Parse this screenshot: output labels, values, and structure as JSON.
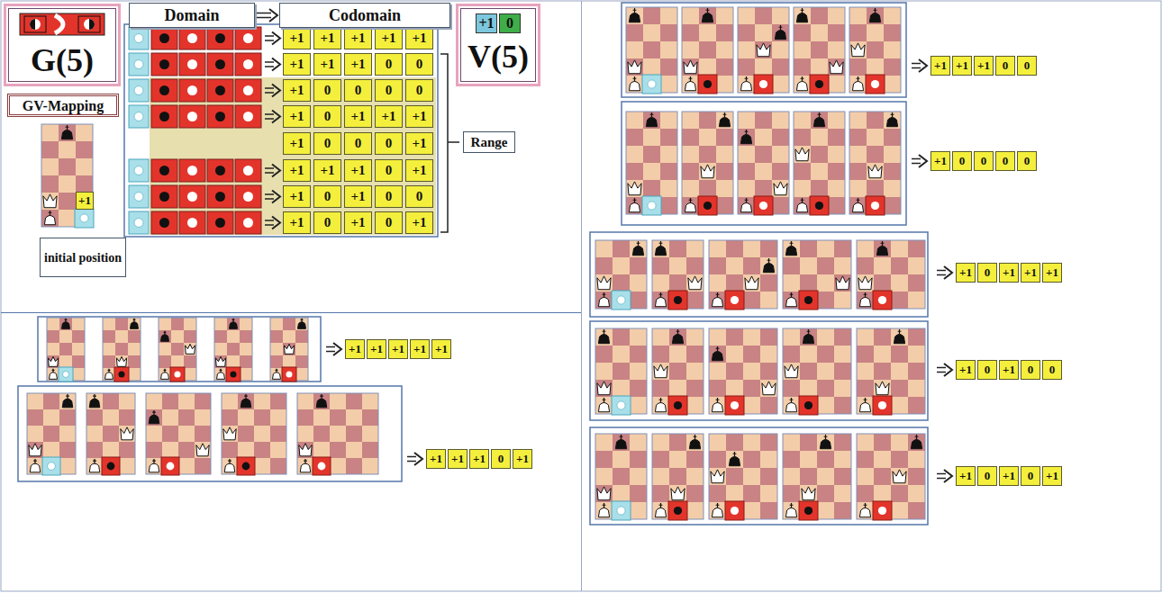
{
  "diagram": {
    "nodes": [
      {
        "text": [
          "G(5)"
        ]
      },
      {
        "text": [
          "Domain"
        ]
      },
      {
        "text": [
          "Codomain"
        ]
      },
      {
        "text": [
          "+1",
          "0",
          "V(5)"
        ]
      },
      {
        "text": [
          "GV-Mapping"
        ]
      },
      {
        "text": [
          "initial position"
        ]
      },
      {
        "text": [
          "Range"
        ]
      }
    ],
    "edges": [
      {
        "from": 1,
        "to": 2,
        "arrow": "to"
      }
    ],
    "labels": [
      "+1",
      "+1",
      "+1",
      "+1",
      "+1",
      "+1",
      "+1",
      "+1",
      "+1",
      "0",
      "0",
      "+1",
      "0",
      "0",
      "0",
      "0",
      "+1",
      "0",
      "+1",
      "+1",
      "+1",
      "+1",
      "0",
      "0",
      "0",
      "+1",
      "+1",
      "+1",
      "+1",
      "0",
      "+1",
      "+1",
      "0",
      "+1",
      "0",
      "0",
      "+1",
      "0",
      "+1",
      "0",
      "+1",
      "+1",
      "+1",
      "+1",
      "+1",
      "+1",
      "+1",
      "+1",
      "+1",
      "0",
      "+1",
      "+1",
      "+1",
      "+1",
      "0",
      "0",
      "+1",
      "0",
      "0",
      "0",
      "0",
      "+1",
      "0",
      "+1",
      "+1",
      "+1",
      "+1",
      "0",
      "+1",
      "0",
      "0",
      "+1",
      "0",
      "+1",
      "0",
      "+1"
    ]
  }
}
